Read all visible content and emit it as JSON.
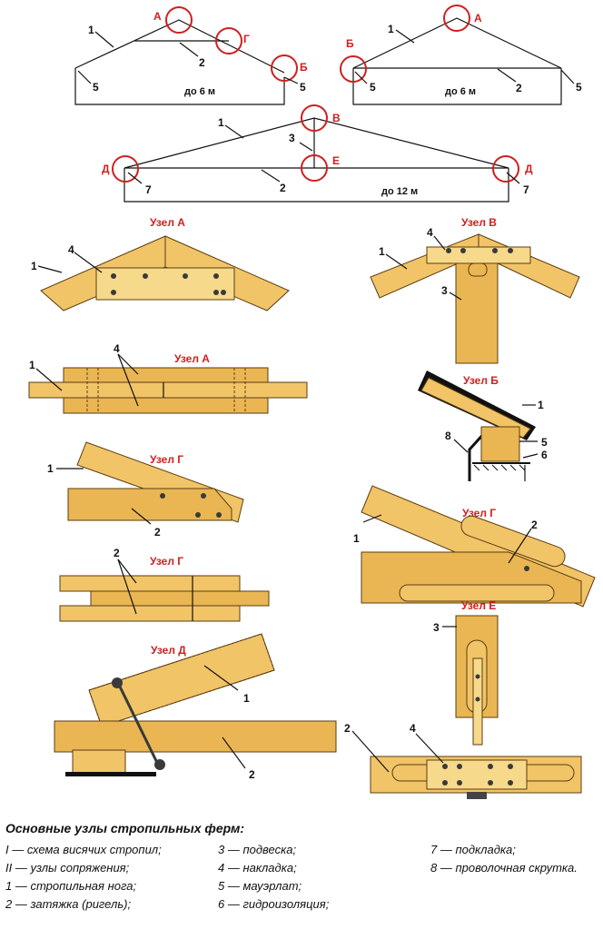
{
  "diagram": {
    "truss1": {
      "rafter": "1",
      "tie": "2",
      "mauerlat_left": "5",
      "mauerlat_right": "5",
      "span": "до 6 м",
      "node_a": "А",
      "node_g": "Г",
      "node_b": "Б"
    },
    "truss2": {
      "rafter": "1",
      "tie": "2",
      "mauerlat_left": "5",
      "mauerlat_right": "5",
      "span": "до 6 м",
      "node_a": "А",
      "node_b": "Б"
    },
    "truss3": {
      "rafter": "1",
      "tie": "2",
      "hanger": "3",
      "pad_left": "7",
      "pad_right": "7",
      "span": "до 12 м",
      "node_v": "В",
      "node_e": "Е",
      "node_d_left": "Д",
      "node_d_right": "Д"
    },
    "details": {
      "uzel_a_1": {
        "title": "Узел А",
        "rafter": "1",
        "plate": "4"
      },
      "uzel_a_2": {
        "title": "Узел А",
        "rafter": "1",
        "plate": "4"
      },
      "uzel_v": {
        "title": "Узел В",
        "rafter": "1",
        "plate": "4",
        "hanger": "3"
      },
      "uzel_b": {
        "title": "Узел Б",
        "rafter": "1",
        "mauerlat": "5",
        "waterproof": "6",
        "wire": "8"
      },
      "uzel_g_1": {
        "title": "Узел Г",
        "rafter": "1",
        "tie": "2"
      },
      "uzel_g_2": {
        "title": "Узел Г",
        "tie": "2"
      },
      "uzel_g_3": {
        "title": "Узел Г",
        "rafter": "1",
        "tie": "2"
      },
      "uzel_d": {
        "title": "Узел Д",
        "rafter": "1",
        "tie": "2"
      },
      "uzel_e": {
        "title": "Узел Е",
        "hanger": "3",
        "tie": "2",
        "plate": "4"
      }
    }
  },
  "legend": {
    "title": "Основные узлы стропильных ферм:",
    "col1": [
      "I — схема висячих стропил;",
      "II — узлы сопряжения;",
      "1 — стропильная нога;",
      "2 — затяжка (ригель);"
    ],
    "col2": [
      "3 — подвеска;",
      "4 — накладка;",
      "5 — мауэрлат;",
      "6 — гидроизоляция;"
    ],
    "col3": [
      "7 — подкладка;",
      "8 — проволочная скрутка."
    ]
  }
}
